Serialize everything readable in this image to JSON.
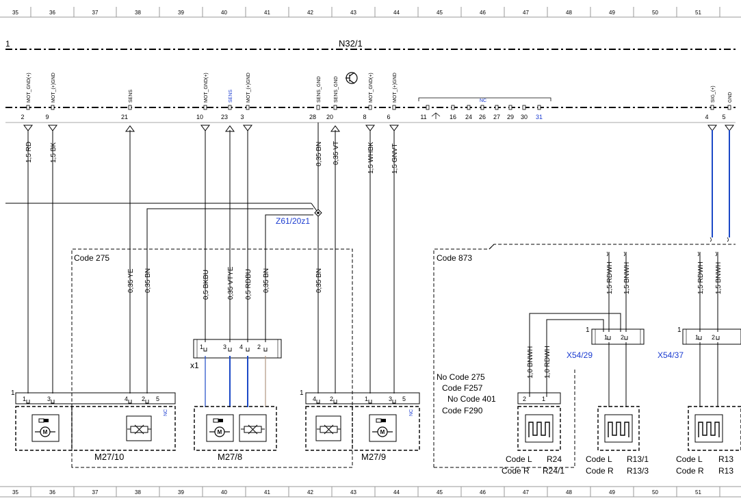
{
  "ruler": {
    "numbers": [
      "35",
      "36",
      "37",
      "38",
      "39",
      "40",
      "41",
      "42",
      "43",
      "44",
      "45",
      "46",
      "47",
      "48",
      "49",
      "50",
      "51"
    ]
  },
  "ecu": {
    "page_num": "1",
    "name": "N32/1"
  },
  "pins": [
    {
      "label": "MOT_GND(+)",
      "num": "2",
      "dir": "down"
    },
    {
      "label": "MOT_(+)GND",
      "num": "9",
      "dir": "down"
    },
    {
      "label": "SENS",
      "num": "21",
      "dir": "up"
    },
    {
      "label": "MOT_GND(+)",
      "num": "10",
      "dir": "down"
    },
    {
      "label": "SENS",
      "num": "23",
      "dir": "up",
      "blue": true
    },
    {
      "label": "MOT_(+)GND",
      "num": "3",
      "dir": "down"
    },
    {
      "label": "SENS_GND",
      "num": "28",
      "dir": "none"
    },
    {
      "label": "SENS_GND",
      "num": "20",
      "dir": "up"
    },
    {
      "label": "MOT_GND(+)",
      "num": "8",
      "dir": "down"
    },
    {
      "label": "MOT_(+)GND",
      "num": "6",
      "dir": "down"
    },
    {
      "label": "SIG_(+)",
      "num": "4",
      "dir": "down"
    },
    {
      "label": "GND",
      "num": "5",
      "dir": "down"
    }
  ],
  "nc_group": {
    "label": "NC",
    "nums": [
      "11",
      "16",
      "24",
      "26",
      "27",
      "29",
      "30",
      "31"
    ]
  },
  "wires_top": [
    "1,5 RD",
    "1,5 BK",
    "0,35 BN",
    "0,35 VT",
    "1,5 WHBK",
    "1,5 GNVT"
  ],
  "splice": "Z61/20z1",
  "code_275": {
    "label": "Code 275",
    "wires": [
      "0,35 YE",
      "0,35 BN",
      "0,5 BKBU",
      "0,35 VTYE",
      "0,5 RDBU",
      "0,35 BN",
      "0,35 BN"
    ]
  },
  "connector_x1": {
    "label": "x1",
    "pins": [
      "1",
      "3",
      "4",
      "2"
    ]
  },
  "connectors": {
    "m27_10_pins": [
      "1",
      "3",
      "4",
      "2",
      "5"
    ],
    "m27_9_pins": [
      "4",
      "2",
      "1",
      "3",
      "5"
    ],
    "nc": "NC",
    "block_num": "1"
  },
  "components": {
    "m27_10": "M27/10",
    "m27_8": "M27/8",
    "m27_9": "M27/9"
  },
  "code_873": {
    "label": "Code 873",
    "notes": [
      "No  Code 275",
      "Code F257",
      "No  Code 401",
      "Code F290"
    ],
    "wires_top": [
      "1,5 RDWH",
      "1,5 BNWH",
      "1,5 RDWH",
      "1,5 BNWH"
    ],
    "wires_mid": [
      "1,0 BNWH",
      "1,0 RDWH"
    ],
    "x54_29": "X54/29",
    "x54_37": "X54/37",
    "conn_nums": [
      "1",
      "2"
    ],
    "captions": [
      {
        "a": "Code L",
        "b": "R24",
        "c": "Code R",
        "d": "R24/1"
      },
      {
        "a": "Code L",
        "b": "R13/1",
        "c": "Code R",
        "d": "R13/3"
      },
      {
        "a": "Code L",
        "b": "R13",
        "c": "Code R",
        "d": "R13"
      }
    ]
  },
  "colors": {
    "line": "#000000",
    "blue_wire": "#1a48c6",
    "label_blue": "#1a3bd0",
    "tan_wire": "#b09680",
    "ruler_line": "#999999"
  }
}
